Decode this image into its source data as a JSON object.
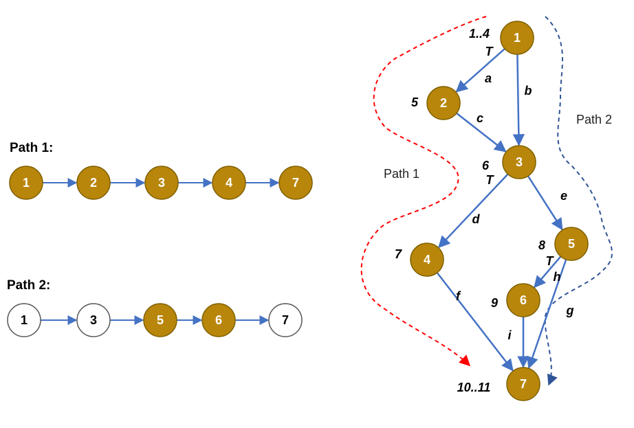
{
  "colors": {
    "node_fill": "#B8860B",
    "node_stroke": "#7F6000",
    "node_text": "#FFFFFF",
    "hollow_fill": "#FFFFFF",
    "hollow_stroke": "#555555",
    "hollow_text": "#000000",
    "edge": "#4472C4",
    "path1_dashed": "#FF0000",
    "path2_dashed": "#2F5597"
  },
  "left": {
    "path1": {
      "title": "Path 1:",
      "nodes": [
        {
          "label": "1",
          "filled": true
        },
        {
          "label": "2",
          "filled": true
        },
        {
          "label": "3",
          "filled": true
        },
        {
          "label": "4",
          "filled": true
        },
        {
          "label": "7",
          "filled": true
        }
      ]
    },
    "path2": {
      "title": "Path 2:",
      "nodes": [
        {
          "label": "1",
          "filled": false
        },
        {
          "label": "3",
          "filled": false
        },
        {
          "label": "5",
          "filled": true
        },
        {
          "label": "6",
          "filled": true
        },
        {
          "label": "7",
          "filled": false
        }
      ]
    }
  },
  "graph": {
    "nodes": [
      {
        "id": "1",
        "label": "1"
      },
      {
        "id": "2",
        "label": "2"
      },
      {
        "id": "3",
        "label": "3"
      },
      {
        "id": "4",
        "label": "4"
      },
      {
        "id": "5",
        "label": "5"
      },
      {
        "id": "6",
        "label": "6"
      },
      {
        "id": "7",
        "label": "7"
      }
    ],
    "edges": [
      {
        "from": "1",
        "to": "2",
        "label": "a"
      },
      {
        "from": "1",
        "to": "3",
        "label": "b"
      },
      {
        "from": "2",
        "to": "3",
        "label": "c"
      },
      {
        "from": "3",
        "to": "4",
        "label": "d"
      },
      {
        "from": "3",
        "to": "5",
        "label": "e"
      },
      {
        "from": "4",
        "to": "7",
        "label": "f"
      },
      {
        "from": "5",
        "to": "7",
        "label": "g"
      },
      {
        "from": "5",
        "to": "6",
        "label": "h"
      },
      {
        "from": "6",
        "to": "7",
        "label": "i"
      }
    ],
    "line_numbers": [
      {
        "node": "1",
        "text": "1..4"
      },
      {
        "node": "2",
        "text": "5"
      },
      {
        "node": "3",
        "text": "6"
      },
      {
        "node": "4",
        "text": "7"
      },
      {
        "node": "5",
        "text": "8"
      },
      {
        "node": "6",
        "text": "9"
      },
      {
        "node": "7",
        "text": "10..11"
      }
    ],
    "true_marks": [
      {
        "node": "1",
        "text": "T"
      },
      {
        "node": "3",
        "text": "T"
      },
      {
        "node": "5",
        "text": "T"
      }
    ],
    "path1_label": "Path 1",
    "path2_label": "Path 2"
  }
}
